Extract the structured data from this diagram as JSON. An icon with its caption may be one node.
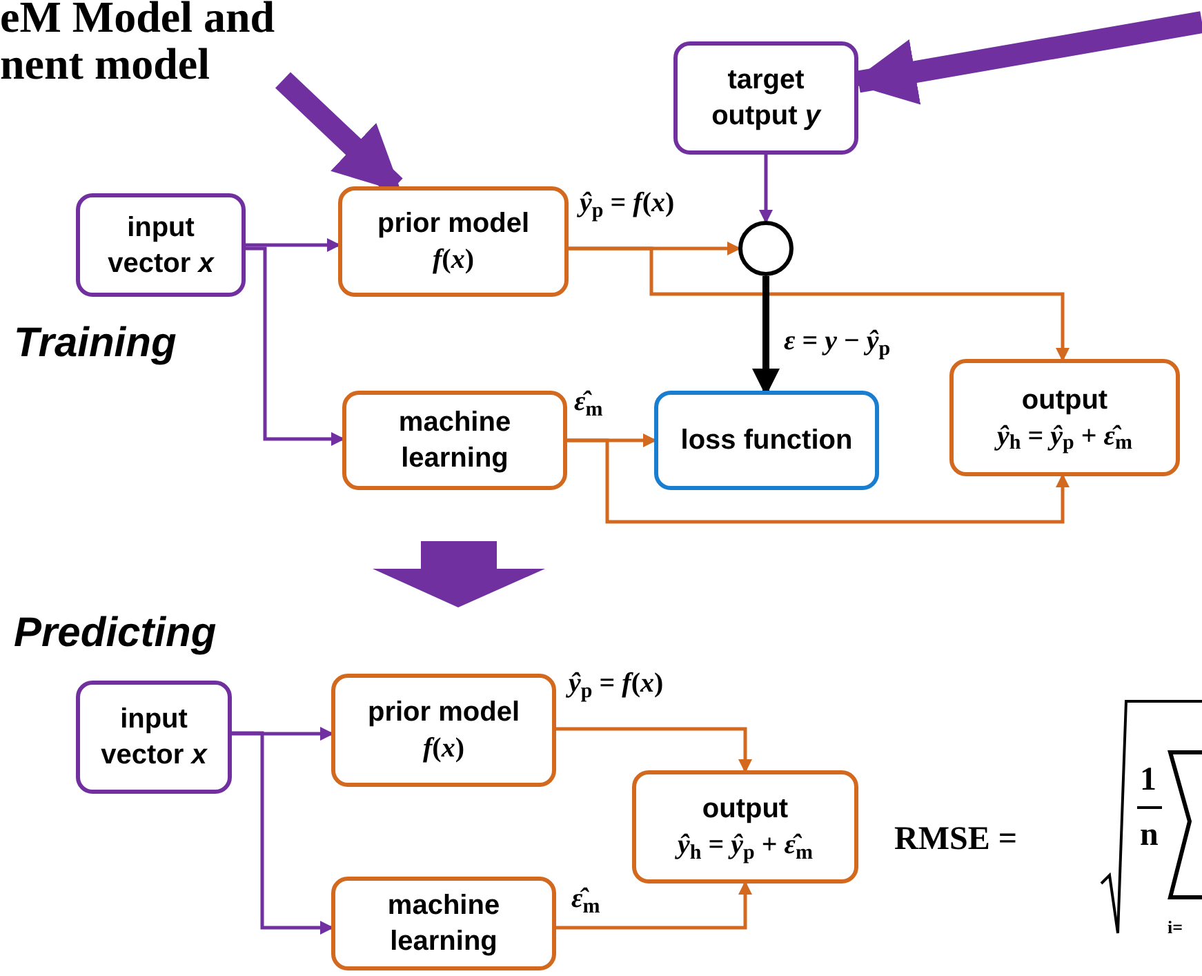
{
  "diagram": {
    "nodes": [
      {
        "text": [
          "input vector *x*"
        ]
      },
      {
        "text": [
          "prior model",
          "*f*(*x*)"
        ]
      },
      {
        "text": [
          "target output *y*"
        ]
      },
      {
        "text": [],
        "shape": "circle"
      },
      {
        "text": [
          "machine learning"
        ]
      },
      {
        "text": [
          "loss function"
        ]
      },
      {
        "text": [
          "output",
          "*ŷ*$_{h}$ = *ŷ*$_{p}$ + *ε̂*$_{m}$"
        ]
      },
      {
        "text": [
          "input vector *x*"
        ]
      },
      {
        "text": [
          "prior model",
          "*f*(*x*)"
        ]
      },
      {
        "text": [
          "output",
          "*ŷ*$_{h}$ = *ŷ*$_{p}$ + *ε̂*$_{m}$"
        ]
      },
      {
        "text": [
          "machine learning"
        ]
      }
    ],
    "edges": [
      {
        "from": null,
        "to": 1,
        "arrow": "to",
        "style": "thick"
      },
      {
        "from": null,
        "to": 2,
        "arrow": "to",
        "style": "thick"
      },
      {
        "from": 0,
        "to": 1,
        "arrow": "to"
      },
      {
        "from": 0,
        "to": 4,
        "arrow": "to"
      },
      {
        "from": 1,
        "to": 3,
        "arrow": "to",
        "label": "*ŷ*$_{p}$ = *f*(*x*)",
        "color": "#d2691e"
      },
      {
        "from": 1,
        "to": 6,
        "arrow": "to",
        "color": "#d2691e"
      },
      {
        "from": 2,
        "to": 3,
        "arrow": "to"
      },
      {
        "from": 3,
        "to": 5,
        "arrow": "to",
        "label": "*ε* = *y* − *ŷ*$_{p}$",
        "style": "thick",
        "color": "#000000"
      },
      {
        "from": 4,
        "to": 5,
        "arrow": "to",
        "label": "*ε̂*$_{m}$",
        "color": "#d2691e"
      },
      {
        "from": 4,
        "to": 6,
        "arrow": "to",
        "color": "#d2691e"
      },
      {
        "from": 7,
        "to": 8,
        "arrow": "to"
      },
      {
        "from": 7,
        "to": 10,
        "arrow": "to"
      },
      {
        "from": 8,
        "to": 9,
        "arrow": "to",
        "label": "*ŷ*$_{p}$ = *f*(*x*)",
        "color": "#d2691e"
      },
      {
        "from": 10,
        "to": 9,
        "arrow": "to",
        "label": "*ε̂*$_{m}$",
        "color": "#d2691e"
      }
    ],
    "labels": [
      "eM Model and",
      "nent model",
      "Training",
      "Predicting",
      "RMSE =",
      "1",
      "n",
      "i="
    ]
  }
}
